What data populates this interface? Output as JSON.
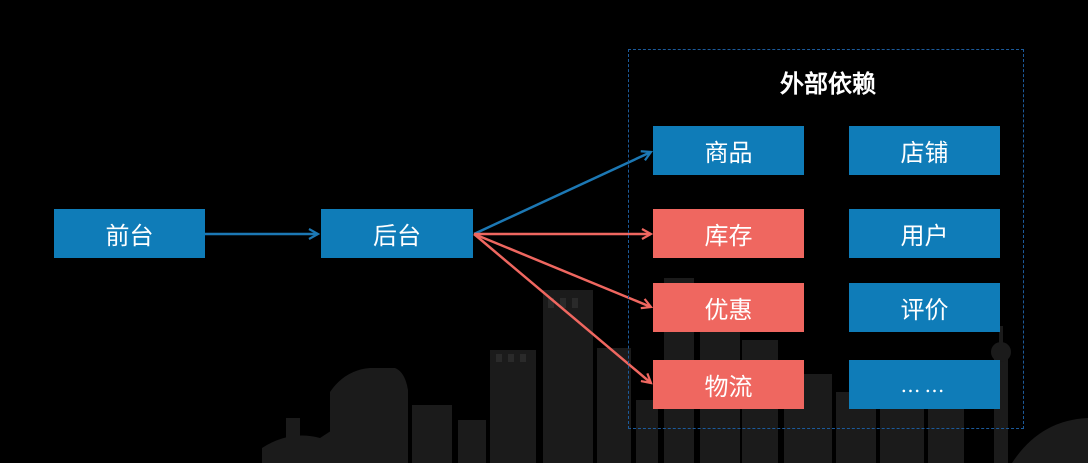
{
  "frontend": {
    "label": "前台"
  },
  "backend": {
    "label": "后台"
  },
  "dependencies": {
    "title": "外部依赖",
    "items": [
      {
        "label": "商品",
        "color": "#0f7cb8"
      },
      {
        "label": "店铺",
        "color": "#0f7cb8"
      },
      {
        "label": "库存",
        "color": "#ef6760"
      },
      {
        "label": "用户",
        "color": "#0f7cb8"
      },
      {
        "label": "优惠",
        "color": "#ef6760"
      },
      {
        "label": "评价",
        "color": "#0f7cb8"
      },
      {
        "label": "物流",
        "color": "#ef6760"
      },
      {
        "label": "……",
        "color": "#0f7cb8"
      }
    ]
  },
  "colors": {
    "blue": "#0f7cb8",
    "red": "#ef6760",
    "background": "#000000",
    "skyline": "#1a1a1a"
  }
}
